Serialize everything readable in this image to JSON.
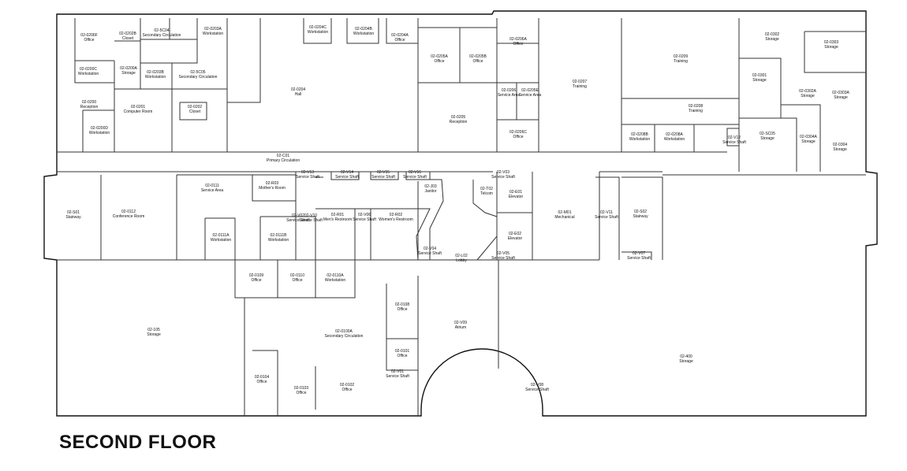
{
  "title": "SECOND FLOOR",
  "rooms": [
    {
      "id": "r0206F",
      "code": "02-0206F",
      "name": "Office"
    },
    {
      "id": "r0202B",
      "code": "02-0202B",
      "name": "Closet"
    },
    {
      "id": "r5C04",
      "code": "02-5C04",
      "name": "Secondary Circulation"
    },
    {
      "id": "r0203A",
      "code": "02-0203A",
      "name": "Workstation"
    },
    {
      "id": "r0204C",
      "code": "02-0204C",
      "name": "Workstation"
    },
    {
      "id": "r0204B",
      "code": "02-0204B",
      "name": "Workstation"
    },
    {
      "id": "r0204A",
      "code": "02-0204A",
      "name": "Office"
    },
    {
      "id": "r0206A",
      "code": "02-0206A",
      "name": "Office"
    },
    {
      "id": "r0209",
      "code": "02-0209",
      "name": "Training"
    },
    {
      "id": "r0302",
      "code": "02-0302",
      "name": "Storage"
    },
    {
      "id": "r0303",
      "code": "02-0303",
      "name": "Storage"
    },
    {
      "id": "r0205A",
      "code": "02-0205A",
      "name": "Office"
    },
    {
      "id": "r0205B",
      "code": "02-0205B",
      "name": "Office"
    },
    {
      "id": "r0200C",
      "code": "02-0200C",
      "name": "Workstation"
    },
    {
      "id": "r0200A",
      "code": "02-0200A",
      "name": "Storage"
    },
    {
      "id": "r0203B",
      "code": "02-0203B",
      "name": "Workstation"
    },
    {
      "id": "r5C05",
      "code": "02-5C05",
      "name": "Secondary Circulation"
    },
    {
      "id": "r0207",
      "code": "02-0207",
      "name": "Training"
    },
    {
      "id": "r0301",
      "code": "02-0301",
      "name": "Storage"
    },
    {
      "id": "r0204",
      "code": "02-0204",
      "name": "Hall"
    },
    {
      "id": "r0206",
      "code": "02-0206",
      "name": "Service Area"
    },
    {
      "id": "r0205E",
      "code": "02-0205E",
      "name": "Service Area"
    },
    {
      "id": "r0302A",
      "code": "02-0302A",
      "name": "Storage"
    },
    {
      "id": "r0303A",
      "code": "02-0303A",
      "name": "Storage"
    },
    {
      "id": "r0200",
      "code": "02-0200",
      "name": "Reception"
    },
    {
      "id": "r0201",
      "code": "02-0201",
      "name": "Computer Room"
    },
    {
      "id": "r0202",
      "code": "02-0202",
      "name": "Closet"
    },
    {
      "id": "r0208",
      "code": "02-0208",
      "name": "Training"
    },
    {
      "id": "r0205",
      "code": "02-0205",
      "name": "Reception"
    },
    {
      "id": "r0200D",
      "code": "02-0200D",
      "name": "Workstation"
    },
    {
      "id": "r0206C",
      "code": "02-0206C",
      "name": "Office"
    },
    {
      "id": "r0208B",
      "code": "02-0208B",
      "name": "Workstation"
    },
    {
      "id": "r0208A",
      "code": "02-0208A",
      "name": "Workstation"
    },
    {
      "id": "rV12",
      "code": "02-V12",
      "name": "Service Shaft"
    },
    {
      "id": "rSC05",
      "code": "02-SC05",
      "name": "Storage"
    },
    {
      "id": "r0304A",
      "code": "02-0304A",
      "name": "Storage"
    },
    {
      "id": "r0304",
      "code": "02-0304",
      "name": "Storage"
    },
    {
      "id": "rC01",
      "code": "02-C01",
      "name": "Primary Circulation"
    },
    {
      "id": "rV13",
      "code": "02-V13",
      "name": "Service Shaft"
    },
    {
      "id": "rV14",
      "code": "02-V14",
      "name": "Service Shaft"
    },
    {
      "id": "rV15",
      "code": "02-V15",
      "name": "Service Shaft"
    },
    {
      "id": "rV16",
      "code": "02-V16",
      "name": "Service Shaft"
    },
    {
      "id": "rV03",
      "code": "02-V03",
      "name": "Service Shaft"
    },
    {
      "id": "r0111",
      "code": "02-0111",
      "name": "Service Area"
    },
    {
      "id": "rR03",
      "code": "02-R03",
      "name": "Mother's Room"
    },
    {
      "id": "rJ03",
      "code": "02-J03",
      "name": "Janitor"
    },
    {
      "id": "rT02",
      "code": "02-T02",
      "name": "Telcom"
    },
    {
      "id": "rE01",
      "code": "02-E01",
      "name": "Elevator"
    },
    {
      "id": "rS01",
      "code": "02-S01",
      "name": "Stairway"
    },
    {
      "id": "r0112",
      "code": "02-0112",
      "name": "Conference Room"
    },
    {
      "id": "rV02",
      "code": "02-V02",
      "name": "Service Shaft"
    },
    {
      "id": "rV10",
      "code": "02-V10",
      "name": "Service Shaft"
    },
    {
      "id": "rR01",
      "code": "02-R01",
      "name": "Men's Restroom"
    },
    {
      "id": "rV06",
      "code": "02-V06",
      "name": "Service Shaft"
    },
    {
      "id": "rR02",
      "code": "02-R02",
      "name": "Women's Restroom"
    },
    {
      "id": "rM01",
      "code": "02-M01",
      "name": "Mechanical"
    },
    {
      "id": "rV11",
      "code": "02-V11",
      "name": "Service Shaft"
    },
    {
      "id": "rS02",
      "code": "02-S02",
      "name": "Stairway"
    },
    {
      "id": "r0111A",
      "code": "02-0111A",
      "name": "Workstation"
    },
    {
      "id": "r0111B",
      "code": "02-0111B",
      "name": "Workstation"
    },
    {
      "id": "rE02",
      "code": "02-E02",
      "name": "Elevator"
    },
    {
      "id": "rV04",
      "code": "02-V04",
      "name": "Service Shaft"
    },
    {
      "id": "rL02",
      "code": "02-L02",
      "name": "Lobby"
    },
    {
      "id": "rV05",
      "code": "02-V05",
      "name": "Service Shaft"
    },
    {
      "id": "rV07",
      "code": "02-V07",
      "name": "Service Shaft"
    },
    {
      "id": "r0109",
      "code": "02-0109",
      "name": "Office"
    },
    {
      "id": "r0110",
      "code": "02-0110",
      "name": "Office"
    },
    {
      "id": "r0110A",
      "code": "02-0110A",
      "name": "Workstation"
    },
    {
      "id": "r0108",
      "code": "02-0108",
      "name": "Office"
    },
    {
      "id": "rV09",
      "code": "02-V09",
      "name": "Atrium"
    },
    {
      "id": "r105",
      "code": "02-105",
      "name": "Storage"
    },
    {
      "id": "r0100A",
      "code": "02-0100A",
      "name": "Secondary Circulation"
    },
    {
      "id": "r0101",
      "code": "02-0101",
      "name": "Office"
    },
    {
      "id": "r400",
      "code": "02-400",
      "name": "Storage"
    },
    {
      "id": "rV01",
      "code": "02-V01",
      "name": "Service Shaft"
    },
    {
      "id": "r0104",
      "code": "02-0104",
      "name": "Office"
    },
    {
      "id": "r0102",
      "code": "02-0102",
      "name": "Office"
    },
    {
      "id": "r0103",
      "code": "02-0103",
      "name": "Office"
    },
    {
      "id": "rV08",
      "code": "02-V08",
      "name": "Service Shaft"
    }
  ]
}
